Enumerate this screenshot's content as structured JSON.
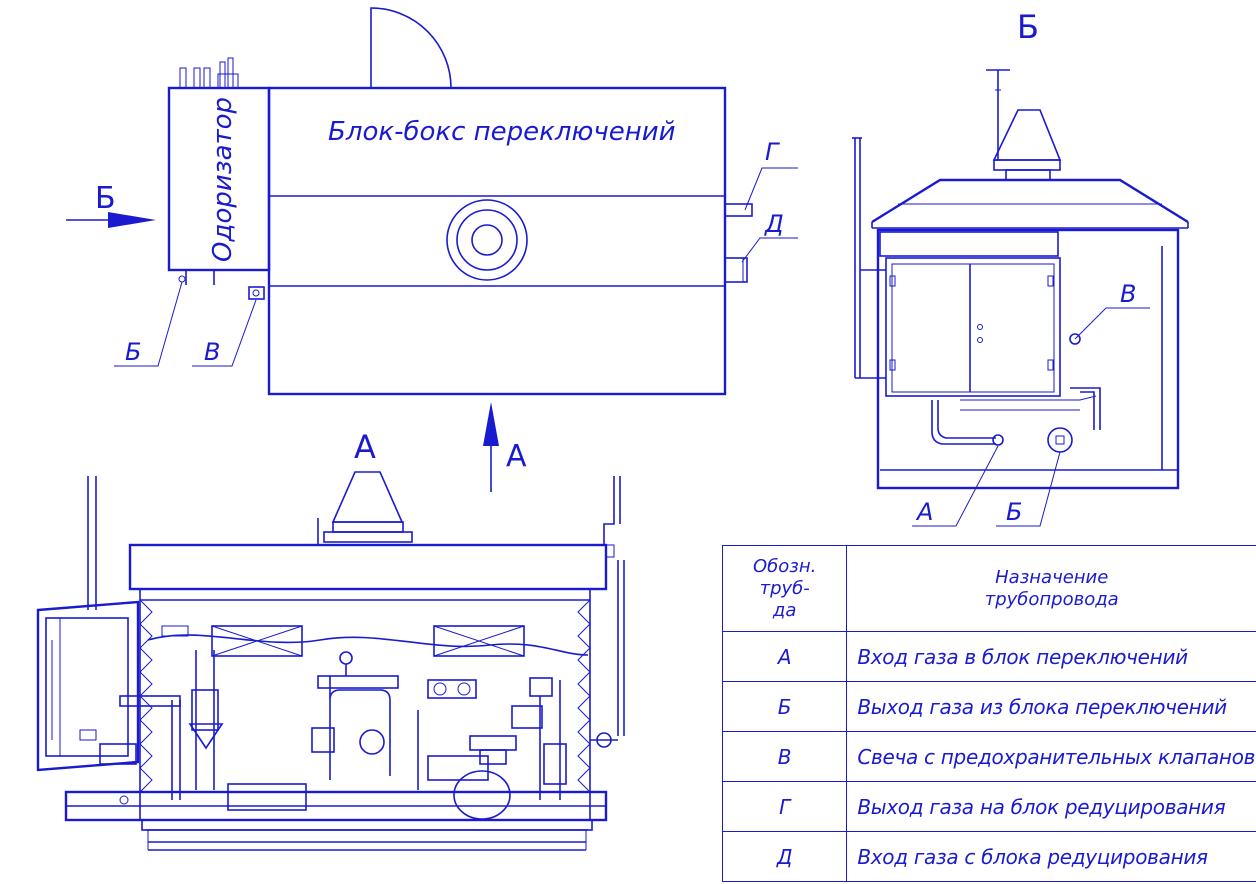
{
  "plan": {
    "odorizer_label": "Одоризатор",
    "box_label": "Блок-бокс переключений",
    "arrow_b": "Б",
    "arrow_a": "А",
    "callout_b": "Б",
    "callout_v": "В",
    "callout_g": "Г",
    "callout_d": "Д"
  },
  "view_b": {
    "title": "Б",
    "callout_v": "В",
    "callout_a": "А",
    "callout_b": "Б"
  },
  "view_a": {
    "title": "А"
  },
  "legend": {
    "header_code": "Обозн. труб-да",
    "header_purpose": "Назначение трубопровода",
    "rows": [
      {
        "code": "А",
        "purpose": "Вход газа в блок переключений"
      },
      {
        "code": "Б",
        "purpose": "Выход газа из блока переключений"
      },
      {
        "code": "В",
        "purpose": "Свеча с предохранительных клапанов"
      },
      {
        "code": "Г",
        "purpose": "Выход газа на блок редуцирования"
      },
      {
        "code": "Д",
        "purpose": "Вход газа с блока редуцирования"
      }
    ]
  },
  "colors": {
    "line": "#1a1ad0",
    "background": "#ffffff"
  }
}
